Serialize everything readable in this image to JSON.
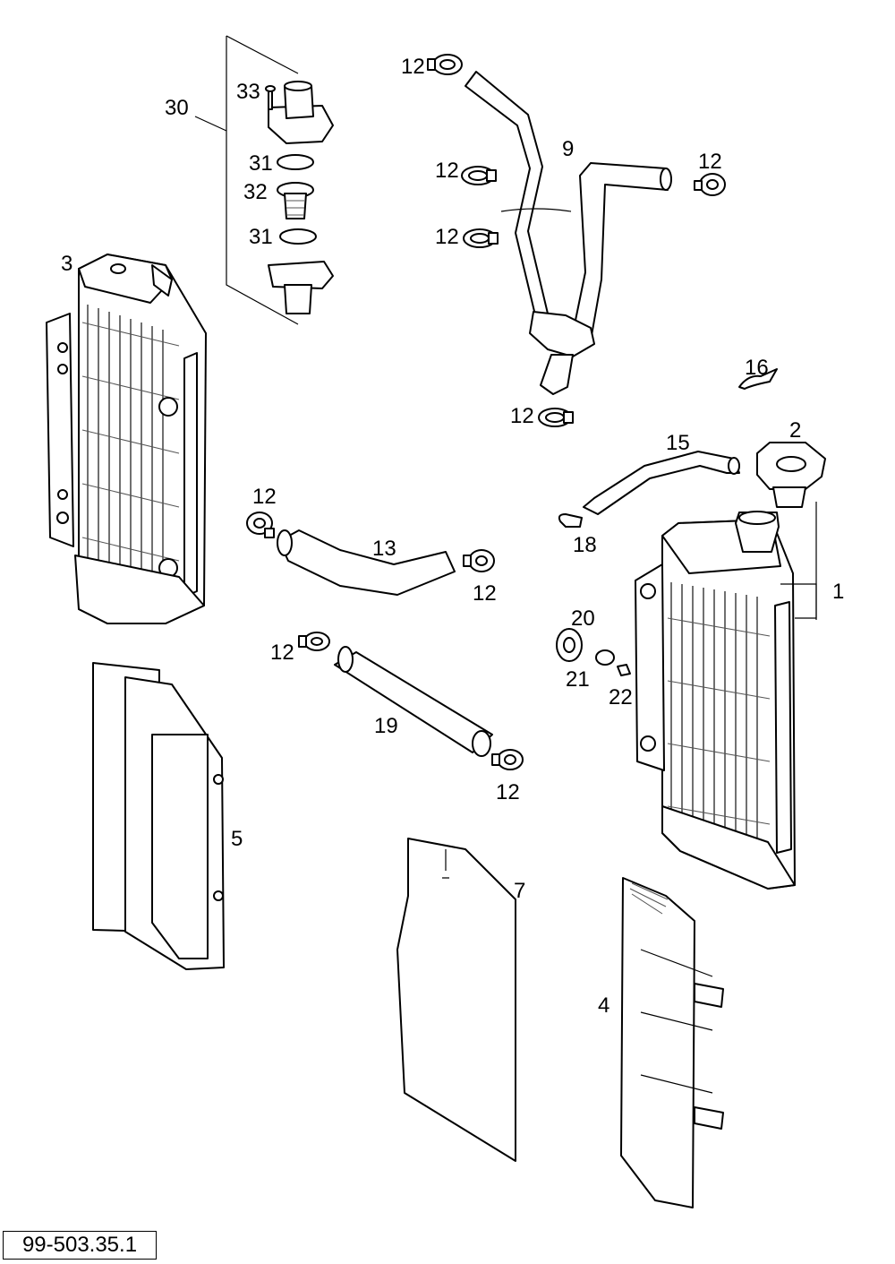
{
  "diagram_code": "99-503.35.1",
  "callouts": [
    "1",
    "2",
    "3",
    "4",
    "5",
    "7",
    "9",
    "12",
    "13",
    "15",
    "16",
    "18",
    "19",
    "20",
    "21",
    "22",
    "30",
    "31",
    "32",
    "33"
  ]
}
